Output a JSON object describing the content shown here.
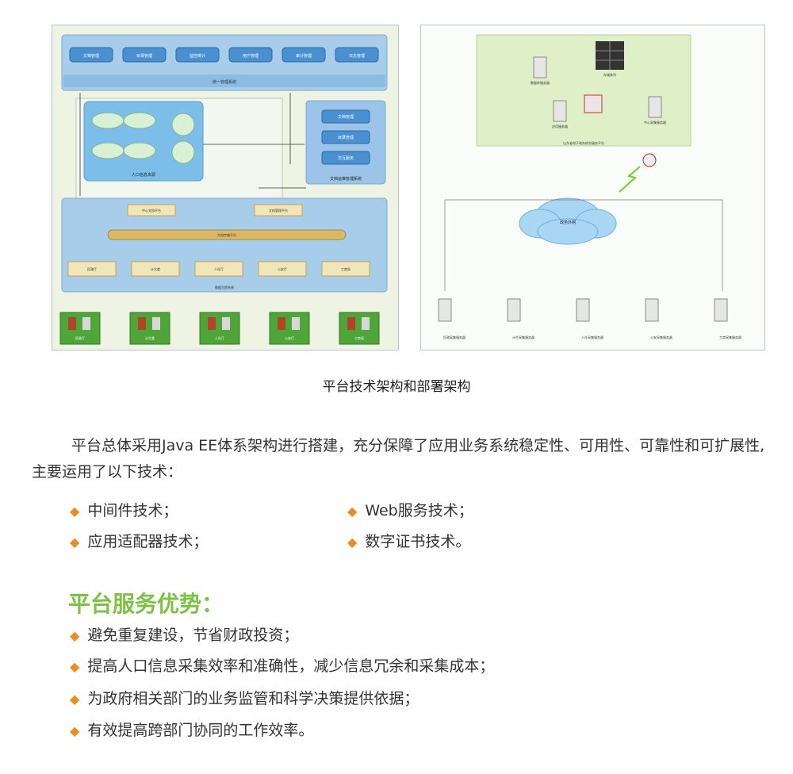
{
  "caption": "平台技术架构和部署架构",
  "paragraph": "平台总体采用Java EE体系架构进行搭建，充分保障了应用业务系统稳定性、可用性、可靠性和可扩展性,主要运用了以下技术：",
  "tech_items": [
    "中间件技术；",
    "Web服务技术；",
    "应用适配器技术；",
    "数字证书技术。"
  ],
  "advantages_heading": "平台服务优势：",
  "advantages": [
    "避免重复建设，节省财政投资；",
    "提高人口信息采集效率和准确性，减少信息冗余和采集成本；",
    "为政府相关部门的业务监管和科学决策提供依据；",
    "有效提高跨部门协同的工作效率。"
  ],
  "bullet_symbol": "◆",
  "colors": {
    "bullet": "#ef8a1e",
    "heading": "#7cc243",
    "panel_blue": "#9cc3e8",
    "orange_bar": "#d9b86a"
  },
  "diagram_left": {
    "top_buttons": [
      "文档管理",
      "目录管理",
      "监控统计",
      "用户管理",
      "审计管理",
      "日志管理"
    ],
    "unified_bar": "统一管理系统",
    "pool_label": "人口信息资源",
    "right_buttons": [
      "文档管理",
      "目录管理",
      "交互服务"
    ],
    "right_panel_label": "文档运维管理系统",
    "mid_boxes": [
      "中心文档平台",
      "文档管理平台"
    ],
    "exchange_bar": "文档传输平台",
    "bottom_boxes": [
      "民政厅",
      "计生委",
      "人社厅",
      "公安厅",
      "工商局"
    ],
    "exchange_system": "数据交换系统",
    "agencies": [
      "民政厅",
      "计生委",
      "人社厅",
      "公安厅",
      "工商局"
    ]
  },
  "diagram_right": {
    "servers": [
      "数据库服务器",
      "应用服务器",
      "中心采集服务器"
    ],
    "storage": "存储阵列",
    "platform": "山东省电子政务综合服务平台",
    "cloud": "政务外网",
    "nodes": [
      "民政采集服务器",
      "计生采集服务器",
      "人社采集服务器",
      "公安采集服务器",
      "工商采集服务器"
    ]
  }
}
